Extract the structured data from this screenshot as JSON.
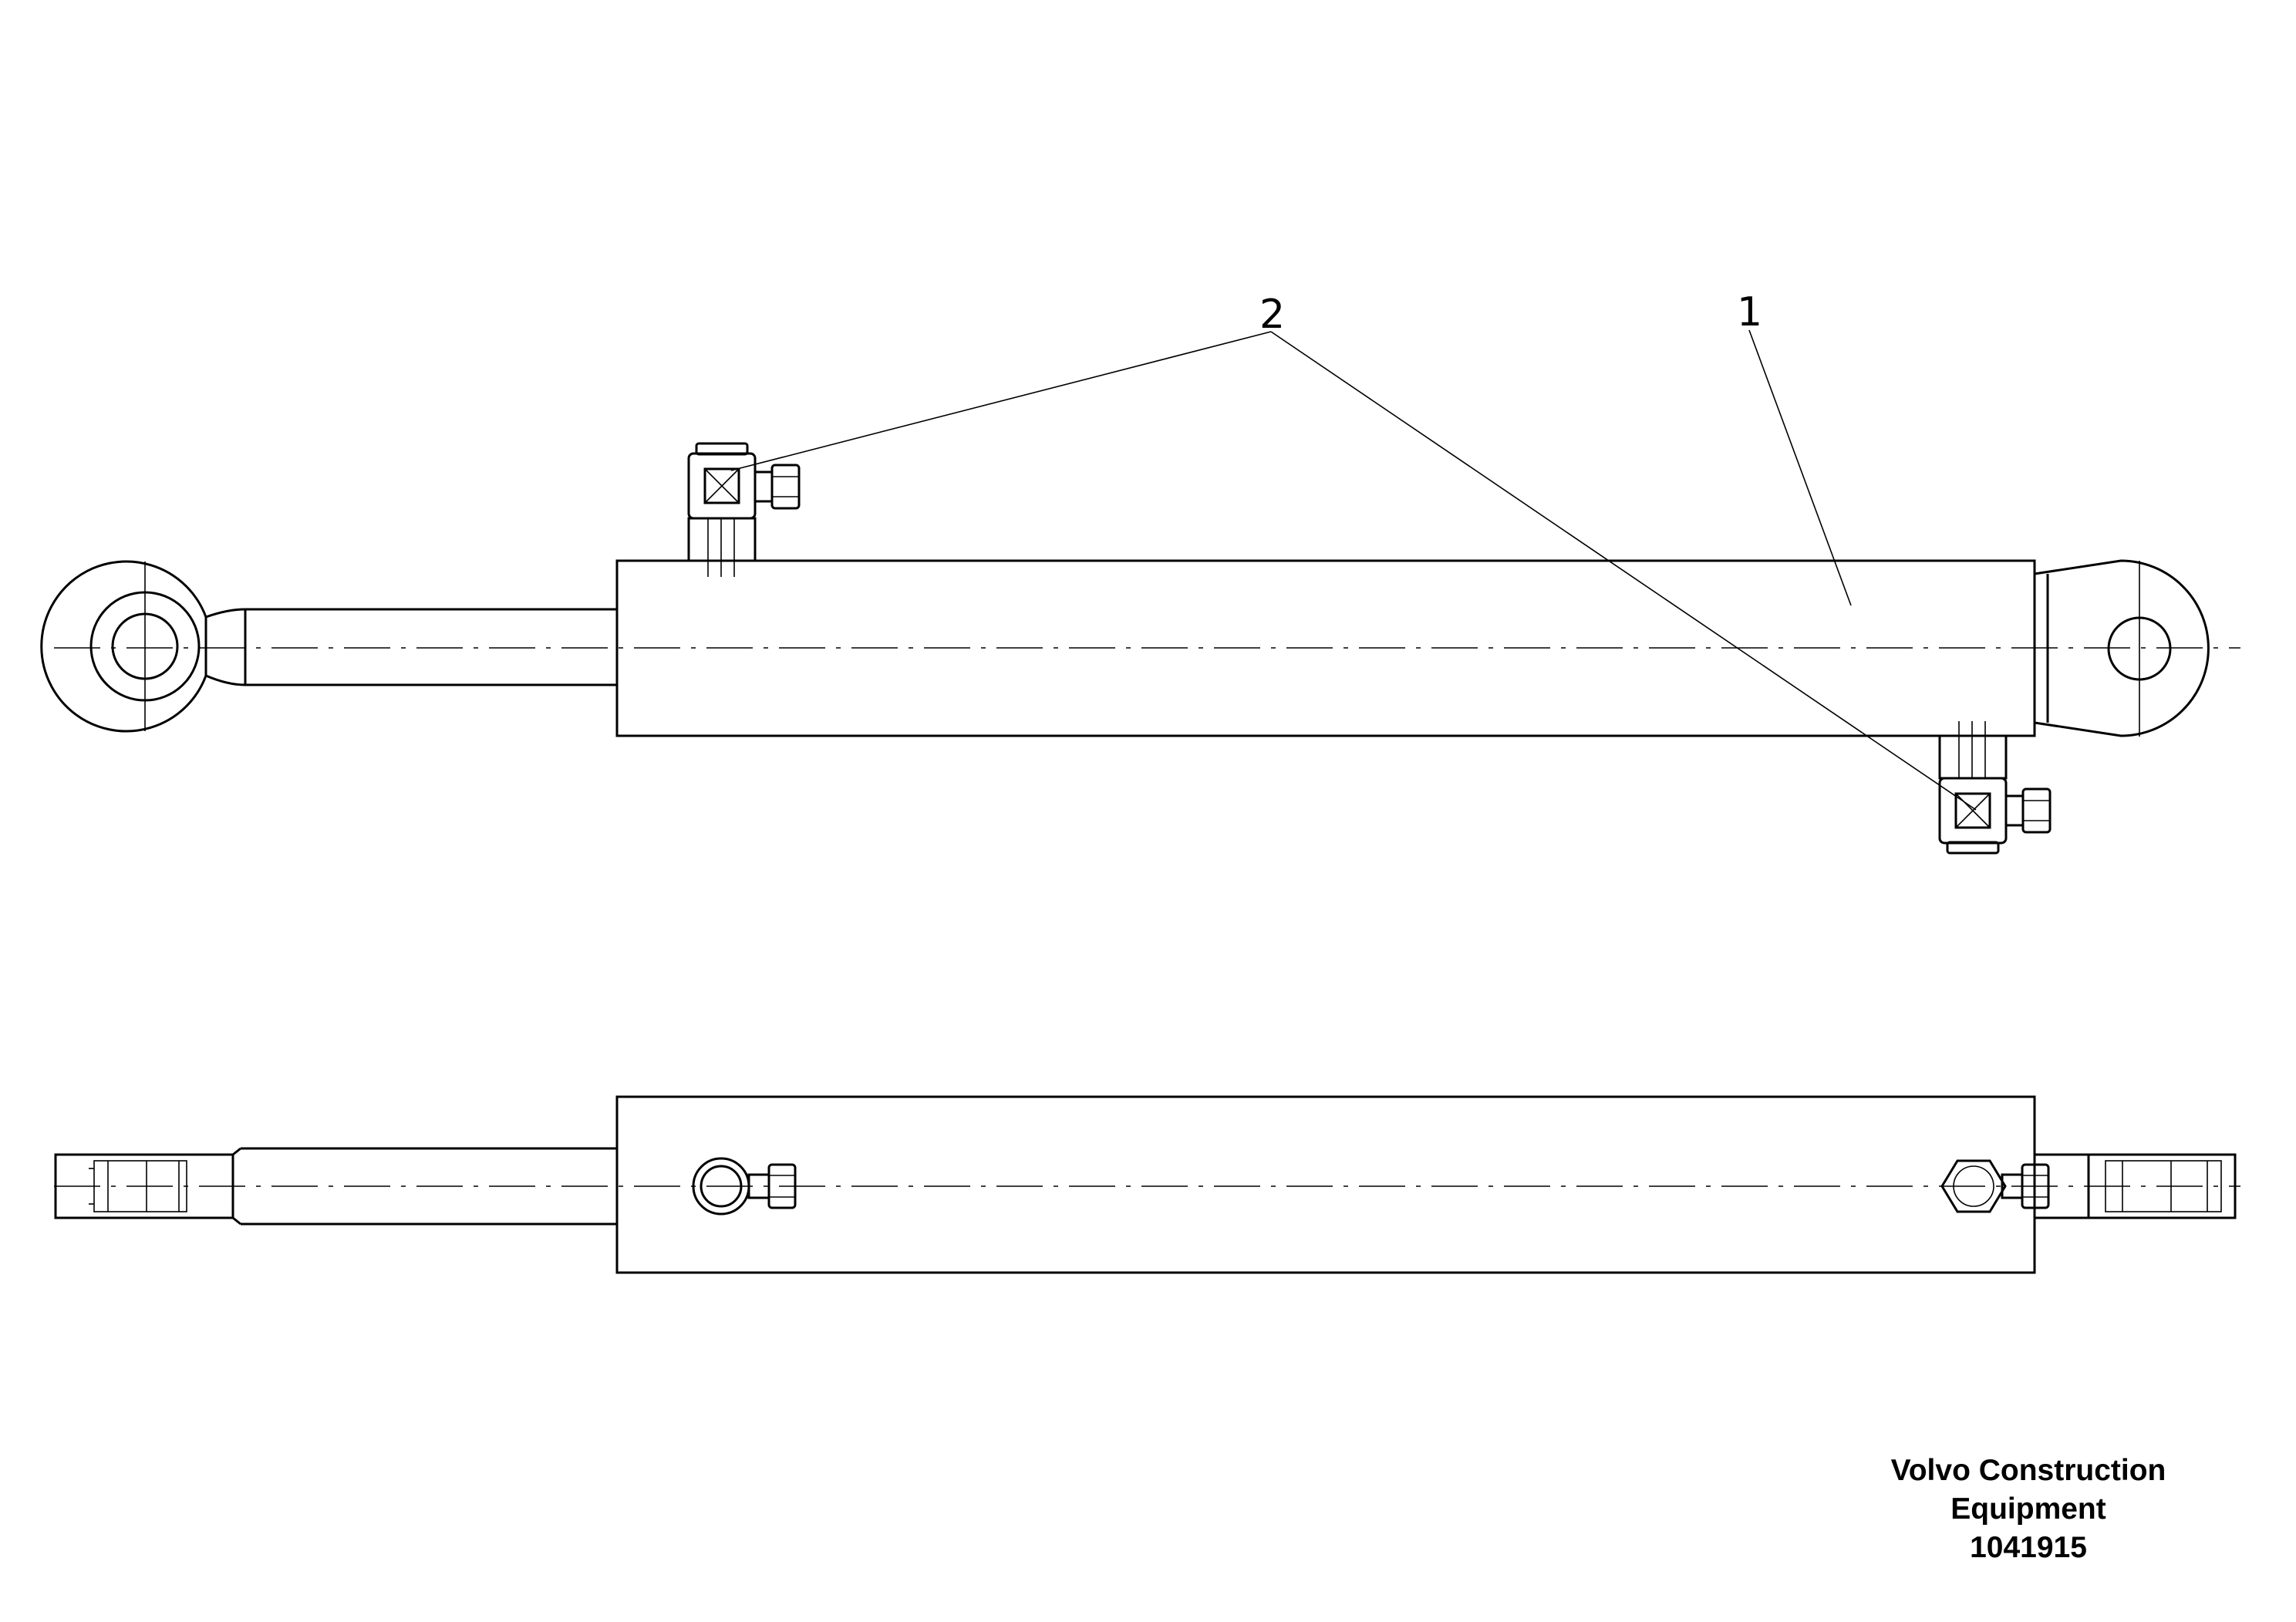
{
  "callouts": {
    "item_1": "1",
    "item_2": "2"
  },
  "caption": {
    "line1": "Volvo Construction",
    "line2": "Equipment",
    "number": "1041915"
  }
}
